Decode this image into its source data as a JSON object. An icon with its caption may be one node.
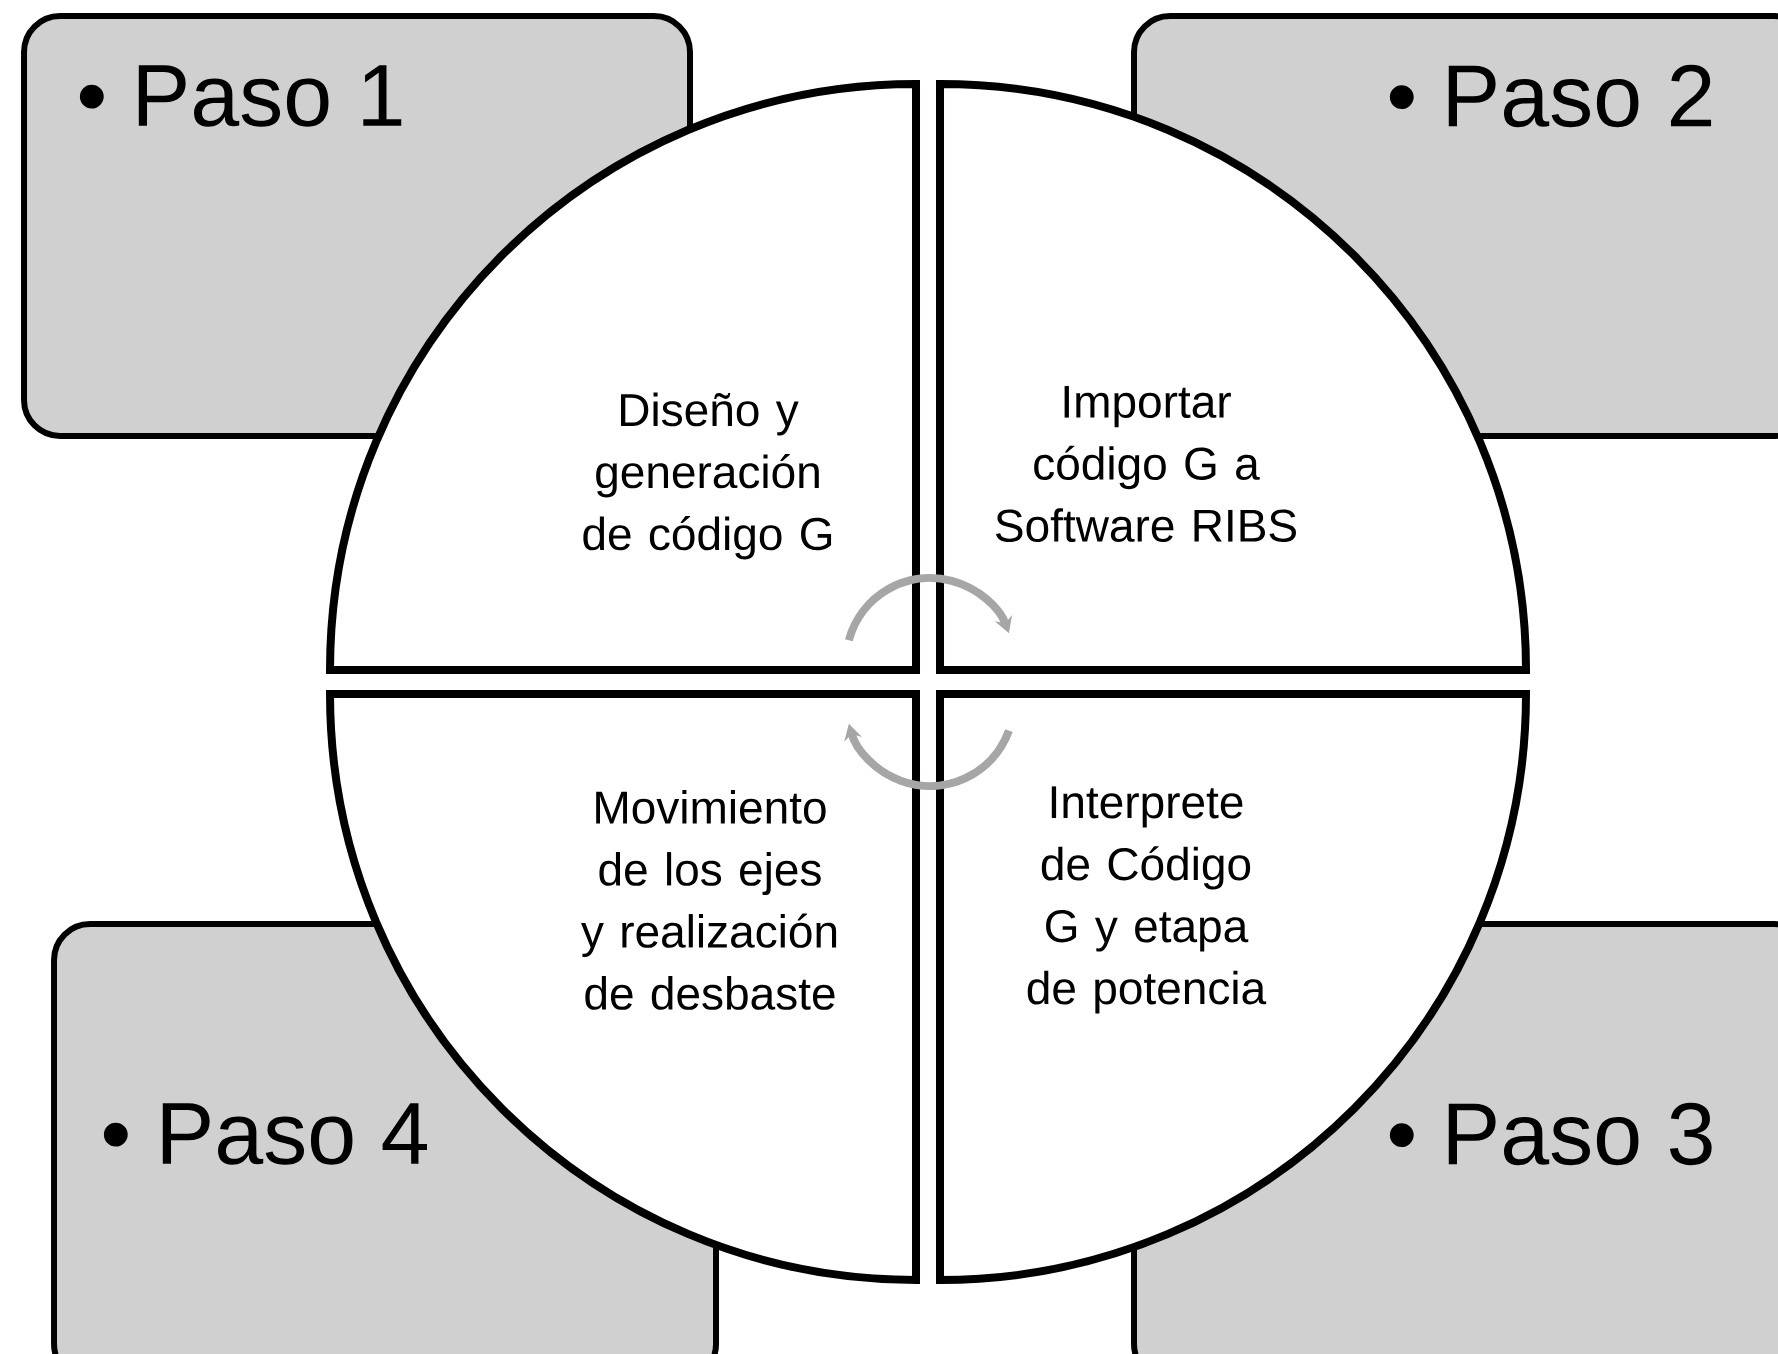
{
  "diagram": {
    "nodes": [
      {
        "text": [
          "• Paso 1"
        ]
      },
      {
        "text": [
          "• Paso 2"
        ]
      },
      {
        "text": [
          "Diseño y generación de código G"
        ]
      },
      {
        "text": [
          "Importar código G a Software RIBS"
        ]
      },
      {
        "text": [
          "Movimiento de los ejes y realización de desbaste"
        ]
      },
      {
        "text": [
          "Interprete de Código G y etapa de potencia"
        ]
      },
      {
        "text": [
          "• Paso 4"
        ]
      },
      {
        "text": [
          "• Paso 3"
        ]
      }
    ],
    "edges": [
      {
        "from": 2,
        "to": 3,
        "arrow": "to"
      },
      {
        "from": 5,
        "to": 4,
        "arrow": "to"
      }
    ]
  }
}
